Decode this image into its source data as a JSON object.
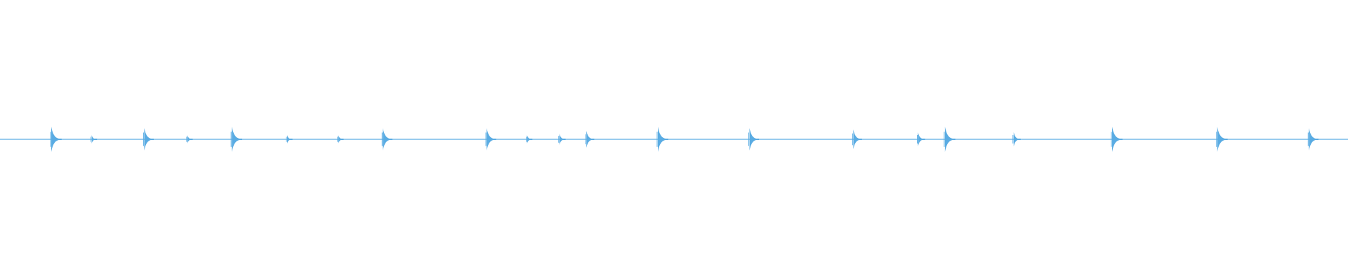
{
  "waveform": {
    "color": "#5aace3",
    "baseline_amplitude": 0.01,
    "bursts": [
      {
        "t": 0.038,
        "amp": 0.09
      },
      {
        "t": 0.068,
        "amp": 0.03
      },
      {
        "t": 0.107,
        "amp": 0.08
      },
      {
        "t": 0.139,
        "amp": 0.03
      },
      {
        "t": 0.172,
        "amp": 0.09
      },
      {
        "t": 0.213,
        "amp": 0.03
      },
      {
        "t": 0.251,
        "amp": 0.03
      },
      {
        "t": 0.284,
        "amp": 0.08
      },
      {
        "t": 0.361,
        "amp": 0.08
      },
      {
        "t": 0.391,
        "amp": 0.03
      },
      {
        "t": 0.415,
        "amp": 0.04
      },
      {
        "t": 0.435,
        "amp": 0.06
      },
      {
        "t": 0.488,
        "amp": 0.09
      },
      {
        "t": 0.556,
        "amp": 0.08
      },
      {
        "t": 0.633,
        "amp": 0.07
      },
      {
        "t": 0.681,
        "amp": 0.05
      },
      {
        "t": 0.701,
        "amp": 0.09
      },
      {
        "t": 0.752,
        "amp": 0.05
      },
      {
        "t": 0.825,
        "amp": 0.09
      },
      {
        "t": 0.903,
        "amp": 0.09
      },
      {
        "t": 0.971,
        "amp": 0.08
      }
    ]
  }
}
